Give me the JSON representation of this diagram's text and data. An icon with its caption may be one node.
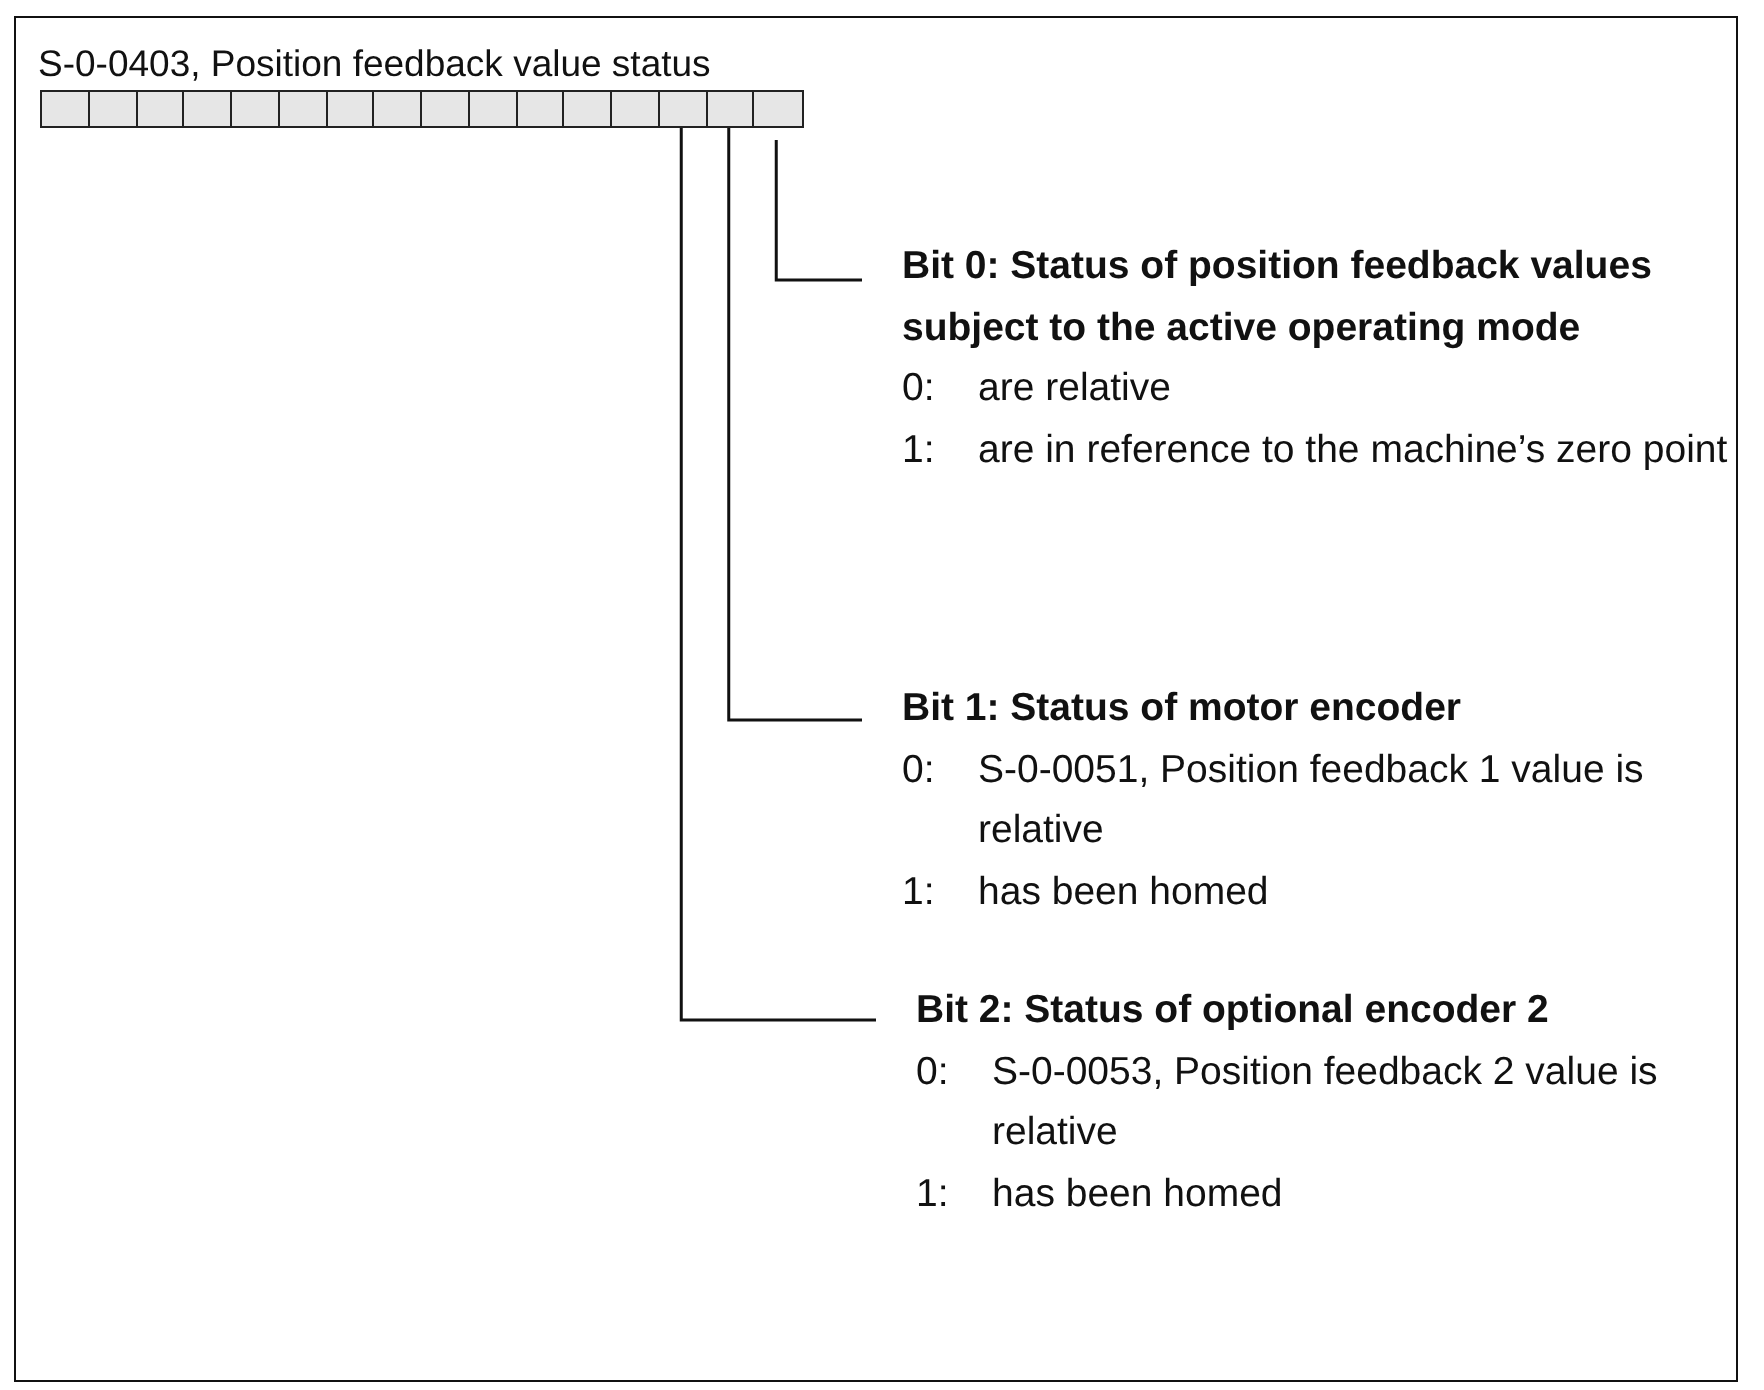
{
  "diagram": {
    "title": "S-0-0403, Position feedback value status",
    "nodes": [
      {
        "text": [],
        "shape": "box"
      },
      {
        "text": [],
        "shape": "box"
      },
      {
        "text": [],
        "shape": "box"
      },
      {
        "text": [],
        "shape": "box"
      },
      {
        "text": [],
        "shape": "box"
      },
      {
        "text": [],
        "shape": "box"
      },
      {
        "text": [],
        "shape": "box"
      },
      {
        "text": [],
        "shape": "box"
      },
      {
        "text": [],
        "shape": "box"
      },
      {
        "text": [],
        "shape": "box"
      },
      {
        "text": [],
        "shape": "box"
      },
      {
        "text": [],
        "shape": "box"
      },
      {
        "text": [],
        "shape": "box"
      },
      {
        "text": [],
        "shape": "box"
      },
      {
        "text": [],
        "shape": "box"
      },
      {
        "text": [],
        "shape": "box"
      },
      {
        "text": [
          "Bit 0: Status of position feedback values subject to the active operating mode",
          "0:",
          "are relative",
          "1:",
          "are in reference to the machine’s zero point"
        ]
      },
      {
        "text": [
          "Bit 1: Status of motor encoder",
          "0:",
          "S-0-0051, Position feedback 1 value is relative",
          "1:",
          "has been homed"
        ]
      },
      {
        "text": [
          "Bit 2: Status of optional encoder 2",
          "0:",
          "S-0-0053, Position feedback 2 value is relative",
          "1:",
          "has been homed"
        ]
      }
    ],
    "edges": [
      {
        "from": 15,
        "to": 16,
        "arrow": "none"
      },
      {
        "from": 14,
        "to": 17,
        "arrow": "none"
      },
      {
        "from": 13,
        "to": 18,
        "arrow": "none"
      }
    ]
  }
}
